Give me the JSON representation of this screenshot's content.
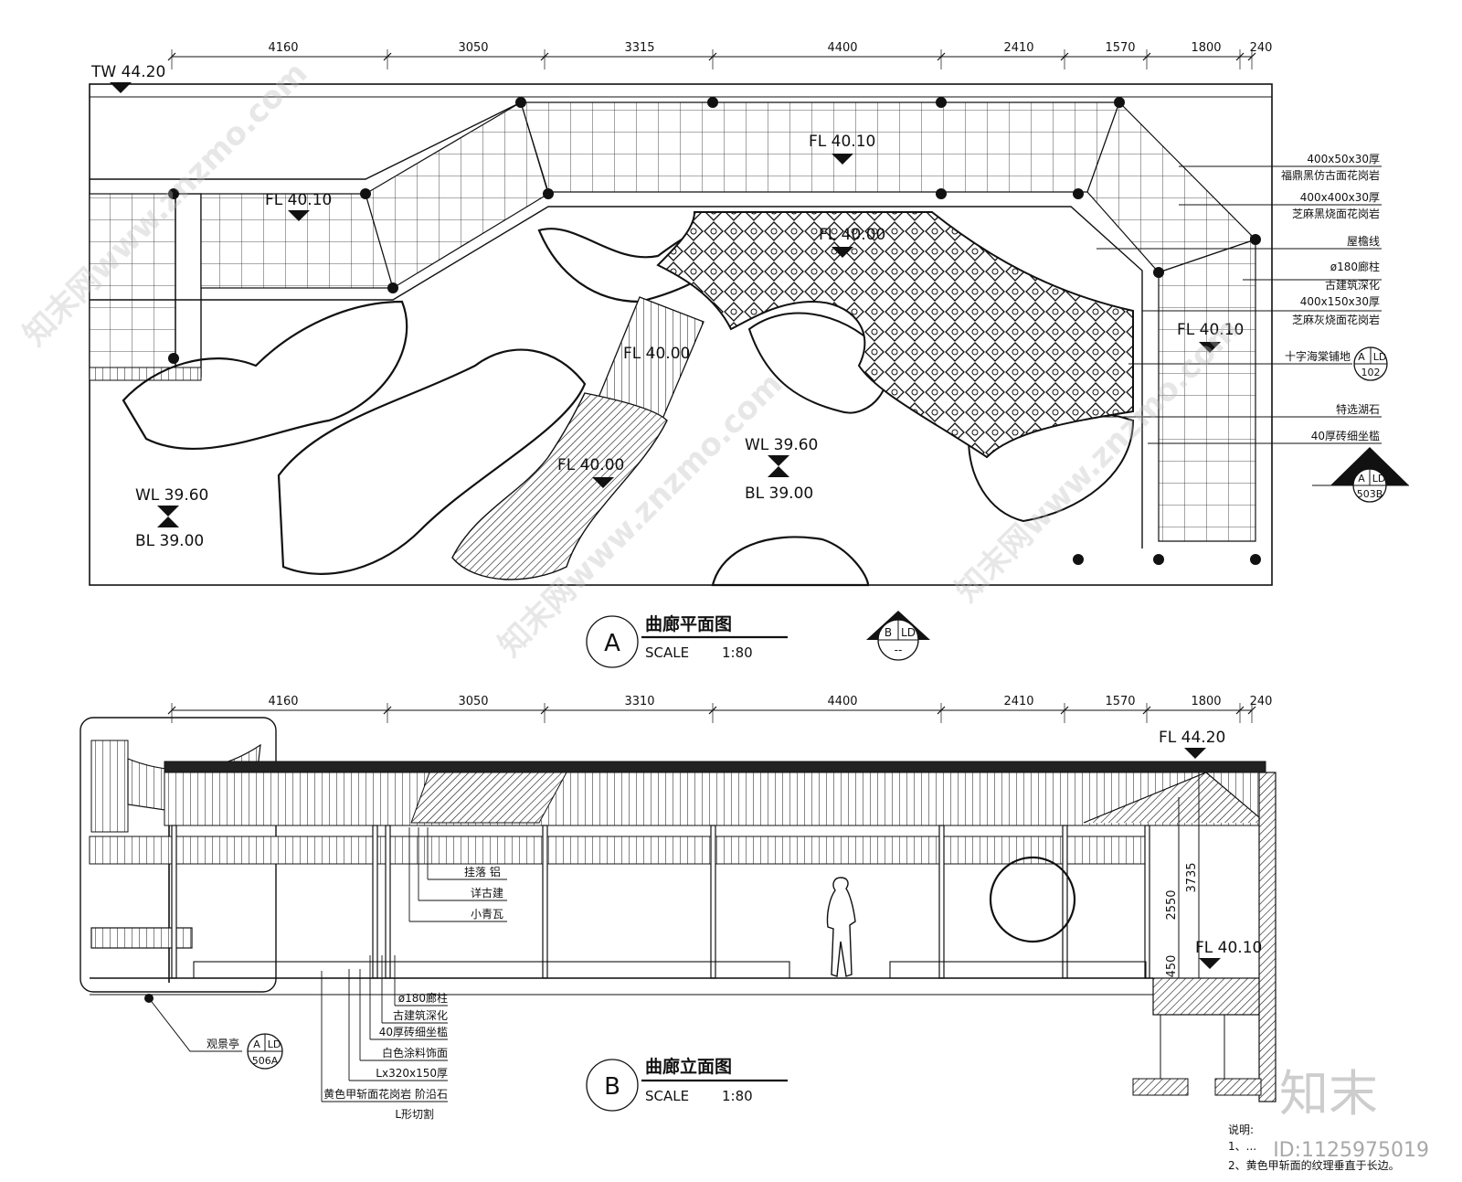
{
  "plan": {
    "dims": [
      "4160",
      "3050",
      "3315",
      "4400",
      "2410",
      "1570",
      "1800",
      "240"
    ],
    "tw_label": "TW 44.20",
    "fl_labels": [
      "FL 40.10",
      "FL 40.10",
      "FL 40.00",
      "FL 40.10",
      "FL 40.00",
      "FL 40.00"
    ],
    "wl_left": "WL 39.60",
    "bl_left": "BL 39.00",
    "wl_mid": "WL 39.60",
    "bl_mid": "BL 39.00",
    "annotations": [
      "400x50x30厚",
      "福鼎黑仿古面花岗岩",
      "400x400x30厚",
      "芝麻黑烧面花岗岩",
      "屋檐线",
      "ø180廊柱",
      "古建筑深化",
      "400x150x30厚",
      "芝麻灰烧面花岗岩",
      "十字海棠铺地",
      "特选湖石",
      "40厚砖细坐槛"
    ],
    "ref_102": {
      "top": "A",
      "mid": "LD",
      "bottom": "102"
    },
    "ref_503b": {
      "top": "A",
      "mid": "LD",
      "bottom": "503B"
    },
    "title_letter": "A",
    "title": "曲廊平面图",
    "scale_label": "SCALE",
    "scale_value": "1:80",
    "section_mark": {
      "left": "B",
      "right": "LD",
      "bottom": "--"
    }
  },
  "elevation": {
    "dims": [
      "4160",
      "3050",
      "3310",
      "4400",
      "2410",
      "1570",
      "1800",
      "240"
    ],
    "fl_top": "FL 44.20",
    "fl_floor": "FL 40.10",
    "v_dims": [
      "2550",
      "3735",
      "450"
    ],
    "center_notes": [
      "挂落 铝",
      "详古建",
      "小青瓦"
    ],
    "bottom_notes": [
      "ø180廊柱",
      "古建筑深化",
      "40厚砖细坐槛",
      "白色涂料饰面",
      "Lx320x150厚",
      "黄色甲斩面花岗岩  阶沿石",
      "L形切割"
    ],
    "pavilion_label": "观景亭",
    "ref_506a": {
      "top": "A",
      "mid": "LD",
      "bottom": "506A"
    },
    "title_letter": "B",
    "title": "曲廊立面图",
    "scale_label": "SCALE",
    "scale_value": "1:80"
  },
  "notes": {
    "heading": "说明:",
    "line1": "1、...",
    "line2": "2、黄色甲斩面的纹理垂直于长边。"
  },
  "watermark": {
    "brand": "知末",
    "id": "ID:1125975019",
    "site": "知末网www.znzmo.com"
  }
}
